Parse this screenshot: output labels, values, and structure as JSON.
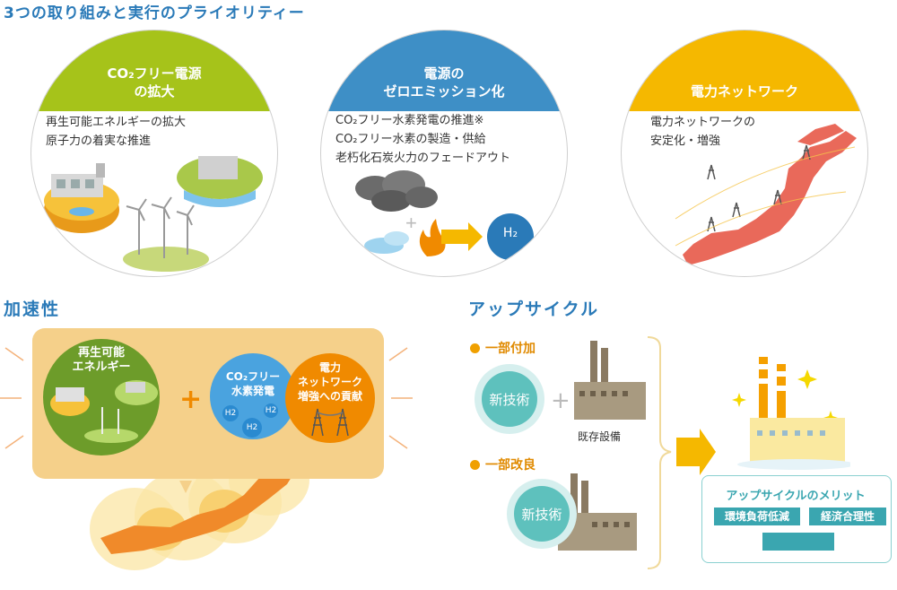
{
  "main_title": "3つの取り組みと実行のプライオリティー",
  "pillars": [
    {
      "title_line1": "CO₂フリー電源",
      "title_line2": "の拡大",
      "text": [
        "再生可能エネルギーの拡大",
        "原子力の着実な推進"
      ]
    },
    {
      "title_line1": "電源の",
      "title_line2": "ゼロエミッション化",
      "text": [
        "CO₂フリー水素発電の推進※",
        "CO₂フリー水素の製造・供給",
        "老朽化石炭火力のフェードアウト"
      ],
      "h2_label": "H₂"
    },
    {
      "title_line1": "電力ネットワーク",
      "title_line2": "",
      "text": [
        "電力ネットワークの",
        "安定化・増強"
      ]
    }
  ],
  "acceleration": {
    "heading": "加速性",
    "renewable_label": [
      "再生可能",
      "エネルギー"
    ],
    "plus": "+",
    "hydrogen_label": [
      "CO₂フリー",
      "水素発電"
    ],
    "h2_dots": [
      "H2",
      "H2",
      "H2"
    ],
    "network_label": [
      "電力",
      "ネットワーク",
      "増強への貢献"
    ]
  },
  "upcycle": {
    "heading": "アップサイクル",
    "partial_add": "一部付加",
    "partial_improve": "一部改良",
    "new_tech": "新技術",
    "plus": "+",
    "existing": "既存設備",
    "merit_title": "アップサイクルのメリット",
    "merit_items": [
      "環境負荷低減",
      "経済合理性"
    ]
  },
  "colors": {
    "green": "#a6c31a",
    "blue": "#3e8fc6",
    "yellow": "#f5b800",
    "orange": "#f08a00",
    "teal": "#5ec1bd"
  }
}
